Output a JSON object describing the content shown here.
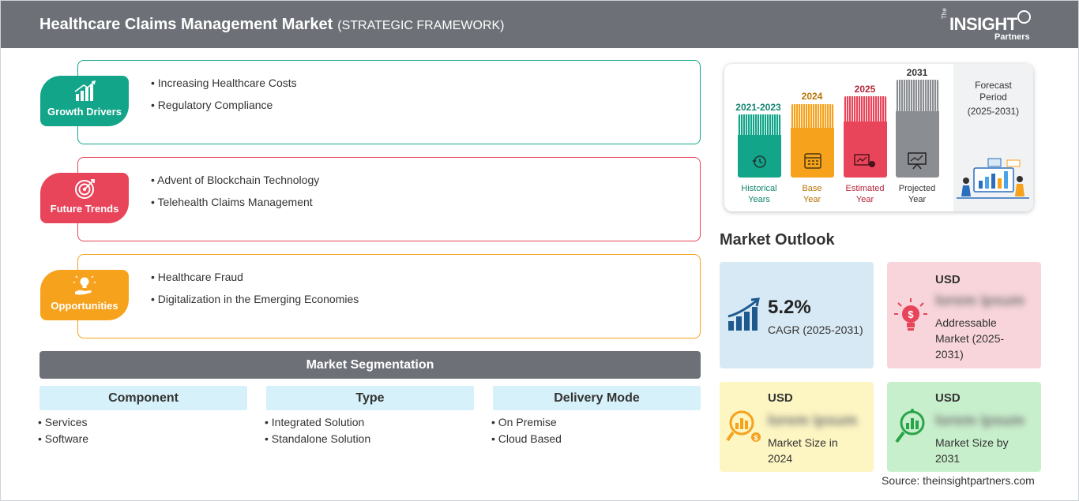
{
  "header": {
    "title": "Healthcare Claims Management Market",
    "subtitle": "(STRATEGIC FRAMEWORK)",
    "logo": {
      "the": "The",
      "main": "INSIGHT",
      "partners": "Partners"
    }
  },
  "framework": [
    {
      "label": "Growth Drivers",
      "color": "#13a58a",
      "icon": "bar-chart-growth-icon",
      "items": [
        "Increasing Healthcare Costs",
        "Regulatory Compliance"
      ]
    },
    {
      "label": "Future Trends",
      "color": "#e8445a",
      "icon": "target-icon",
      "items": [
        "Advent of Blockchain Technology",
        "Telehealth Claims Management"
      ]
    },
    {
      "label": "Opportunities",
      "color": "#f6a21c",
      "icon": "lightbulb-hand-icon",
      "items": [
        "Healthcare Fraud",
        "Digitalization in the Emerging Economies"
      ]
    }
  ],
  "segmentation": {
    "title": "Market Segmentation",
    "columns": [
      {
        "head": "Component",
        "items": [
          "Services",
          "Software"
        ]
      },
      {
        "head": "Type",
        "items": [
          "Integrated Solution",
          "Standalone Solution"
        ]
      },
      {
        "head": "Delivery Mode",
        "items": [
          "On Premise",
          "Cloud Based"
        ]
      }
    ]
  },
  "timeline": {
    "periods": [
      {
        "year": "2021-2023",
        "caption1": "Historical",
        "caption2": "Years",
        "color": "#13a58a",
        "text_color": "#13856f",
        "icon": "history-clock-icon"
      },
      {
        "year": "2024",
        "caption1": "Base",
        "caption2": "Year",
        "color": "#f6a21c",
        "text_color": "#b57506",
        "icon": "calendar-icon"
      },
      {
        "year": "2025",
        "caption1": "Estimated",
        "caption2": "Year",
        "color": "#e8445a",
        "text_color": "#b5283b",
        "icon": "gears-chart-icon"
      },
      {
        "year": "2031",
        "caption1": "Projected",
        "caption2": "Year",
        "color": "#8a8d91",
        "text_color": "#333333",
        "icon": "presentation-board-icon"
      }
    ],
    "forecast": {
      "label": "Forecast Period",
      "range": "(2025-2031)"
    }
  },
  "outlook": {
    "title": "Market Outlook",
    "cagr": {
      "value": "5.2%",
      "label": "CAGR (2025-2031)",
      "color": "#d7e9f5",
      "icon": "growth-arrow-icon"
    },
    "addressable": {
      "currency": "USD",
      "value": "lorem ipsum",
      "label": "Addressable Market (2025-2031)",
      "color": "#f8d5da",
      "icon": "idea-bulb-icon"
    },
    "size_2024": {
      "currency": "USD",
      "value": "lorem ipsum",
      "label": "Market Size in 2024",
      "color": "#fdf5c2",
      "icon": "chart-magnifier-icon"
    },
    "size_2031": {
      "currency": "USD",
      "value": "lorem ipsum",
      "label": "Market Size by 2031",
      "color": "#c8efcc",
      "icon": "chart-magnifier-icon"
    }
  },
  "source": "Source: theinsightpartners.com"
}
